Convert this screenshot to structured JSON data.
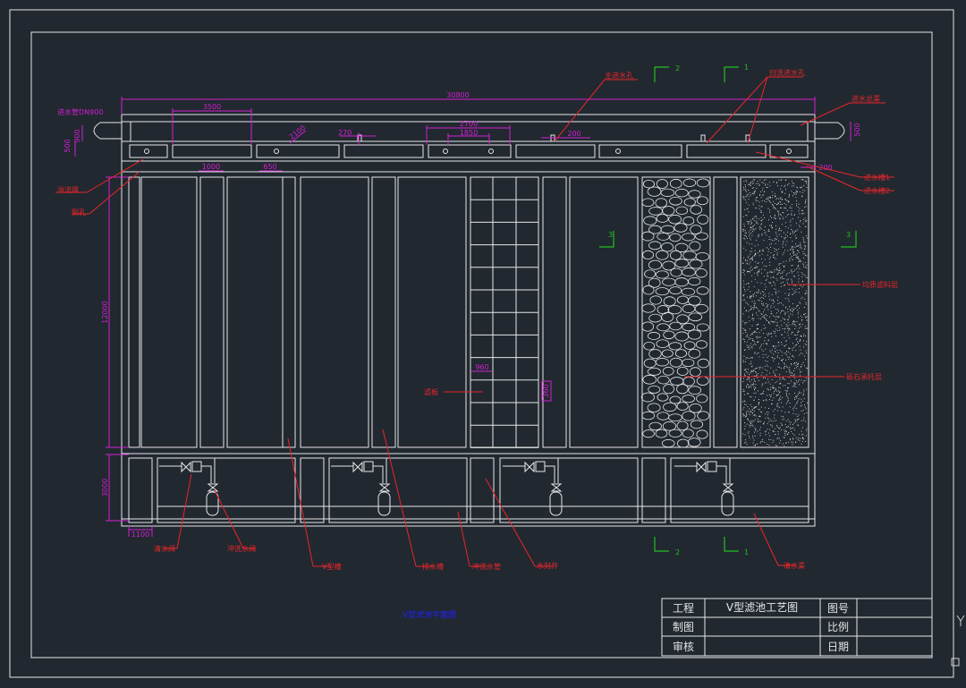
{
  "colors": {
    "background": "#212830",
    "line": "#e6e6e6",
    "dimension": "#d21fd2",
    "annotation": "#e8262a",
    "section_mark": "#20c020",
    "caption": "#2222ff"
  },
  "dimensions": {
    "total_length": "30800",
    "d3500": "3500",
    "dn900": "进水管DN900",
    "h500_left": "500",
    "h900": "900",
    "h500_right": "500",
    "d2100": "2100",
    "d270": "270",
    "d2700": "2700",
    "d1850": "1850",
    "d200_top": "200",
    "d200_right": "200",
    "d1000": "1000",
    "d650": "650",
    "d12000": "12000",
    "d960": "960",
    "d360": "360",
    "d3000": "3000",
    "d1100": "1100"
  },
  "annotations": {
    "main_inlet_hole": "主进水孔",
    "sweep_inlet_hole": "扫洗进水孔",
    "inlet_main_channel": "进水总渠",
    "inlet_channel_1": "进水槽1",
    "inlet_channel_2": "进水槽2",
    "overflow_weir": "溢流堰",
    "side_hole": "侧孔",
    "media_layer": "均质滤料层",
    "gravel_layer": "砾石承托层",
    "filter_plate": "滤板",
    "clear_valve": "清水阀",
    "wash_valve": "冲洗水阀",
    "v_channel": "V型槽",
    "drain_channel": "排水槽",
    "wash_pipe": "冲洗水管",
    "seal_well": "水封井",
    "clear_channel": "清水渠"
  },
  "section_marks": {
    "s2_top": "2",
    "s1_top": "1",
    "s3_left": "3",
    "s3_right": "3",
    "s2_bottom": "2",
    "s1_bottom": "1"
  },
  "caption": "V型滤池平面图",
  "title_block": {
    "project_label": "工程",
    "project_value": "V型滤池工艺图",
    "drawing_no_label": "图号",
    "drawn_label": "制图",
    "scale_label": "比例",
    "checked_label": "审核",
    "date_label": "日期"
  }
}
